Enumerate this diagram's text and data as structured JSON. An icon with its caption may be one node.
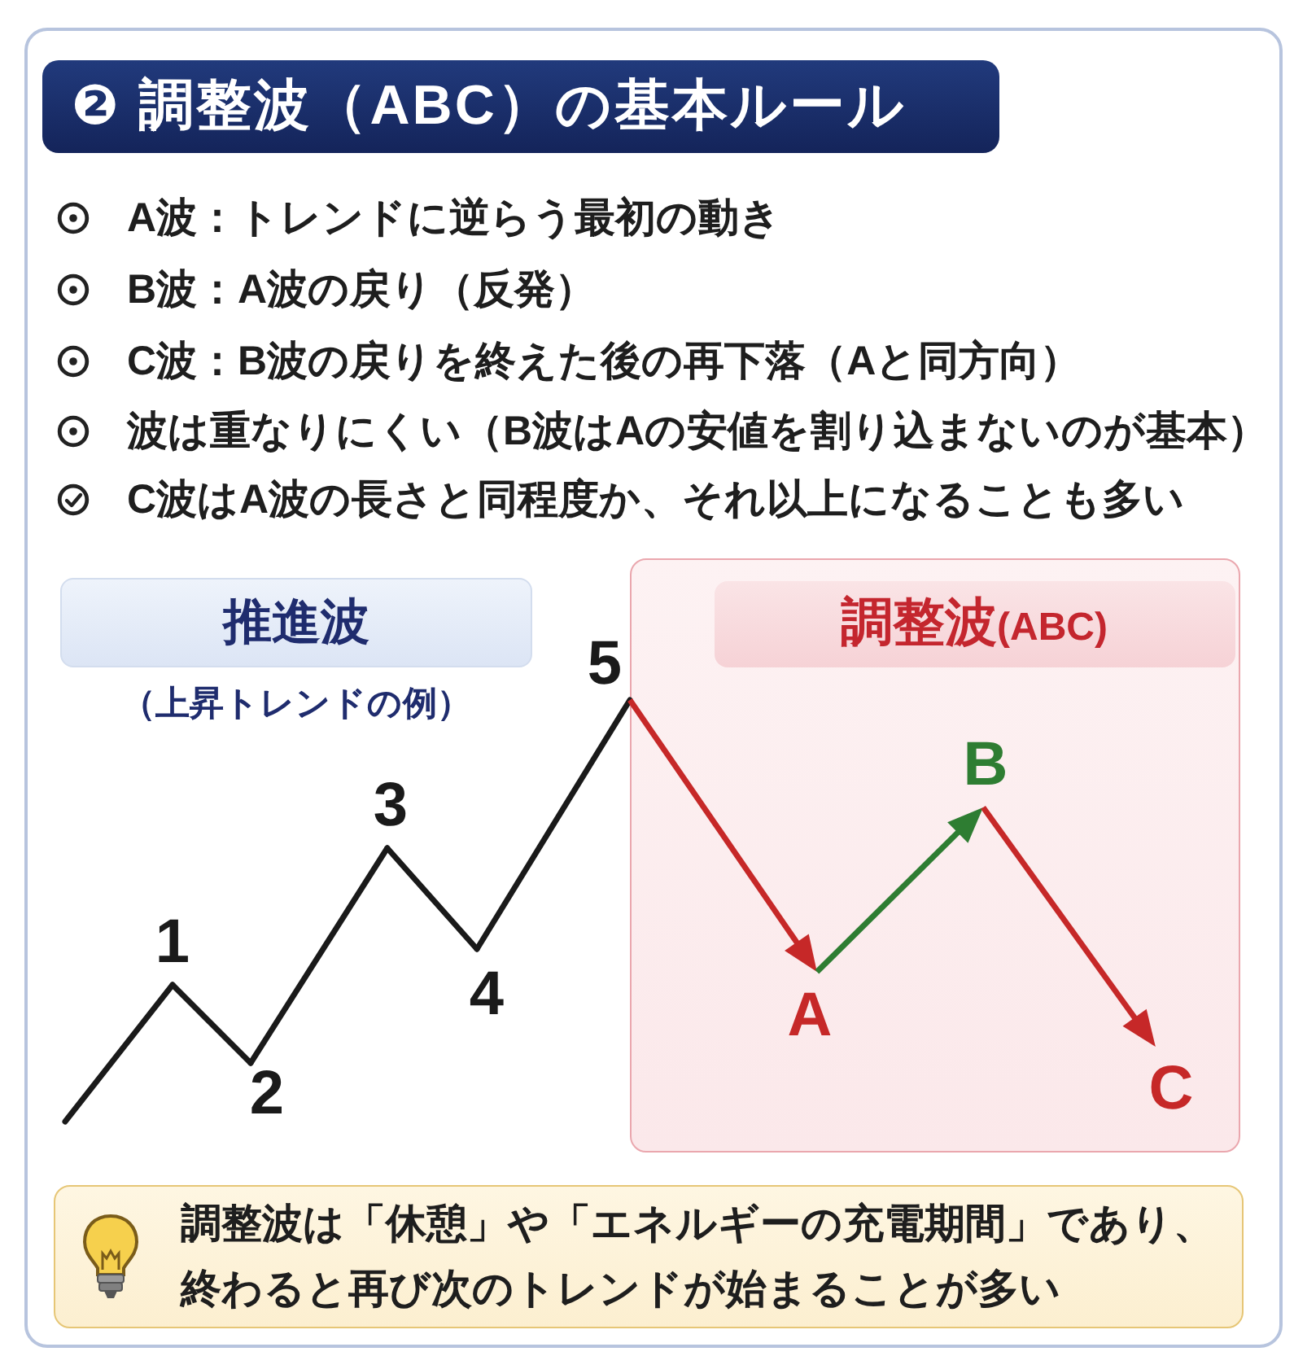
{
  "diagram": {
    "title": "❷ 調整波（ABC）の基本ルール",
    "nodes": [
      {
        "text": [
          "推進波"
        ],
        "beside": [
          "（上昇トレンドの例）"
        ]
      },
      {
        "text": [
          "1"
        ]
      },
      {
        "text": [
          "2"
        ]
      },
      {
        "text": [
          "3"
        ]
      },
      {
        "text": [
          "4"
        ]
      },
      {
        "text": [
          "5"
        ]
      },
      {
        "text": [],
        "shape": "box"
      },
      {
        "text": [
          "調整波",
          "(ABC)"
        ],
        "in": 6
      },
      {
        "text": [
          "A"
        ],
        "in": 6
      },
      {
        "text": [
          "B"
        ],
        "in": 6
      },
      {
        "text": [
          "C"
        ],
        "in": 6
      },
      {
        "text": [
          "調整波は「休憩」や「エネルギーの充電期間」であり、終わると再び次のトレンドが始まることが多い"
        ]
      }
    ],
    "edges": [
      {
        "from": null,
        "to": 1,
        "arrow": "none"
      },
      {
        "from": 1,
        "to": 2,
        "arrow": "none"
      },
      {
        "from": 2,
        "to": 3,
        "arrow": "none"
      },
      {
        "from": 3,
        "to": 4,
        "arrow": "none"
      },
      {
        "from": 4,
        "to": 5,
        "arrow": "none"
      },
      {
        "from": 5,
        "to": 8,
        "arrow": "to",
        "color": "#c62828"
      },
      {
        "from": 8,
        "to": 9,
        "arrow": "to",
        "color": "#2e7d32"
      },
      {
        "from": 9,
        "to": 10,
        "arrow": "to",
        "color": "#c62828"
      }
    ],
    "labels": [
      "A波：トレンドに逆らう最初の動き",
      "B波：A波の戻り（反発）",
      "C波：B波の戻りを終えた後の再下落（Aと同方向）",
      "波は重なりにくい（B波はAの安値を割り込まないのが基本）",
      "C波はA波の長さと同程度か、それ以上になることも多い"
    ]
  }
}
